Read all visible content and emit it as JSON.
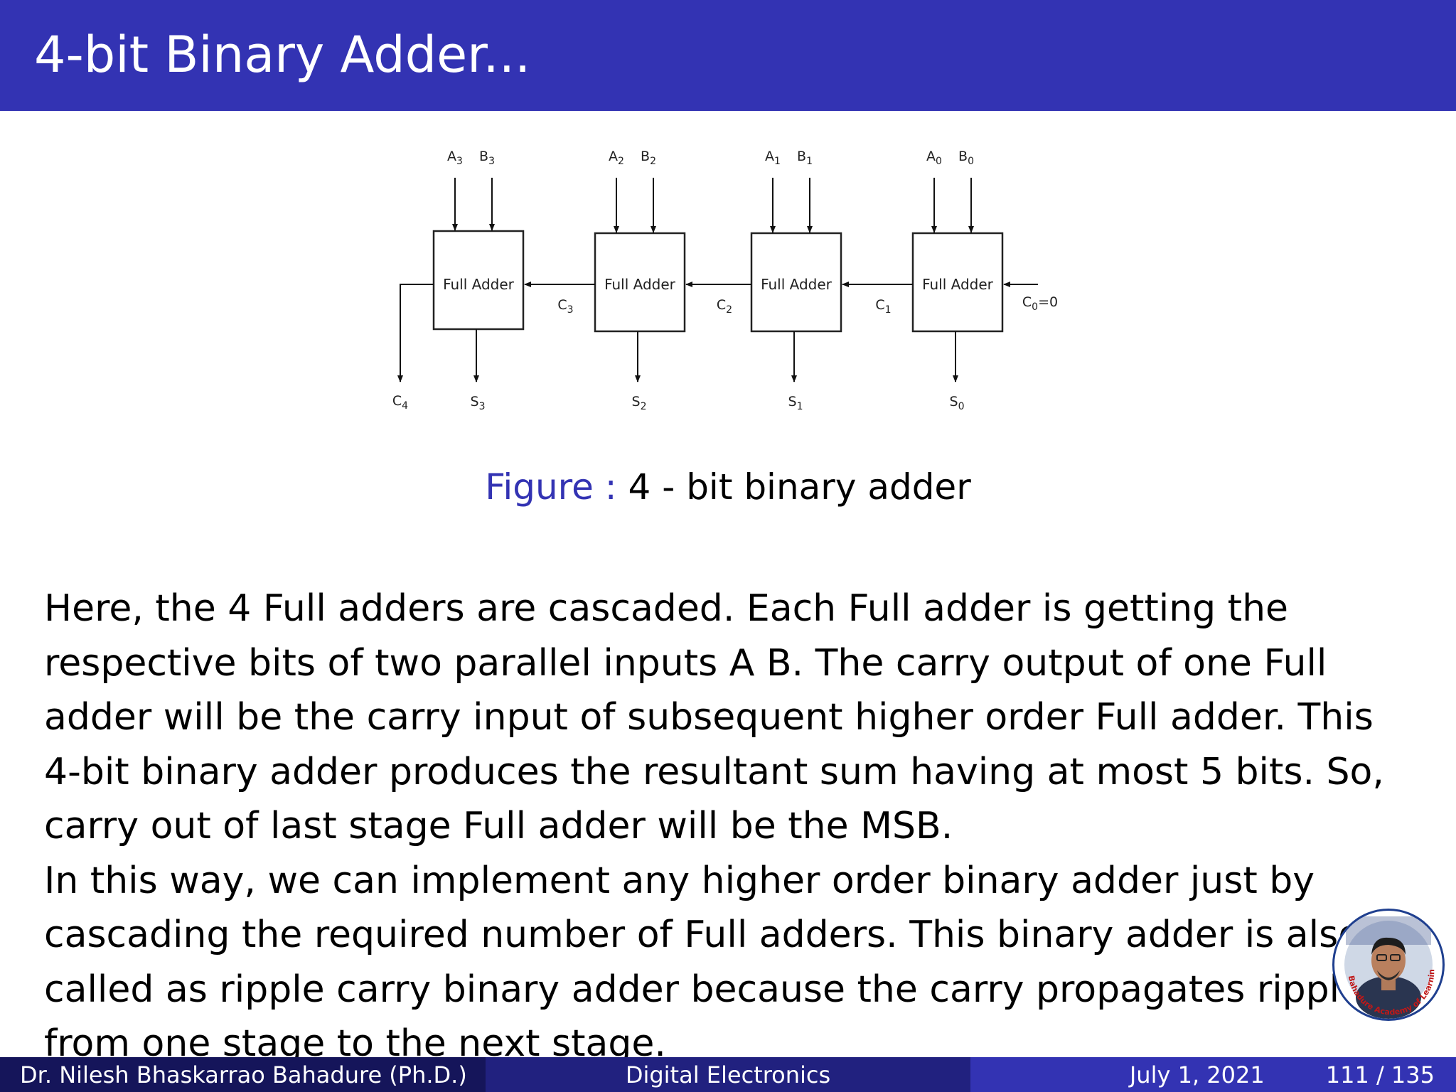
{
  "slide": {
    "title": "4-bit Binary Adder...",
    "figure_label": "Figure :",
    "figure_caption": "4 - bit binary adder",
    "paragraphs": [
      "Here, the 4 Full adders are cascaded. Each Full adder is getting the respective bits of two parallel inputs A  B. The carry output of one Full adder will be the carry input of subsequent higher order Full adder. This 4-bit binary adder produces the resultant sum having at most 5 bits. So, carry out of last stage Full adder will be the MSB.",
      "In this way, we can implement any higher order binary adder just by cascading the required number of Full adders. This binary adder is also called as ripple carry binary adder because the carry propagates ripples from one stage to the next stage."
    ]
  },
  "diagram": {
    "block_label": "Full Adder",
    "stages": [
      {
        "a": "A",
        "a_sub": "3",
        "b": "B",
        "b_sub": "3",
        "s": "S",
        "s_sub": "3"
      },
      {
        "a": "A",
        "a_sub": "2",
        "b": "B",
        "b_sub": "2",
        "s": "S",
        "s_sub": "2"
      },
      {
        "a": "A",
        "a_sub": "1",
        "b": "B",
        "b_sub": "1",
        "s": "S",
        "s_sub": "1"
      },
      {
        "a": "A",
        "a_sub": "0",
        "b": "B",
        "b_sub": "0",
        "s": "S",
        "s_sub": "0"
      }
    ],
    "carries": [
      {
        "c": "C",
        "sub": "3"
      },
      {
        "c": "C",
        "sub": "2"
      },
      {
        "c": "C",
        "sub": "1"
      }
    ],
    "carry_out": {
      "c": "C",
      "sub": "4"
    },
    "carry_in": {
      "c": "C",
      "sub": "0",
      "suffix": "=0"
    }
  },
  "footer": {
    "author": "Dr. Nilesh Bhaskarrao Bahadure  (Ph.D.)",
    "course": "Digital Electronics",
    "date": "July 1, 2021",
    "page": "111 / 135"
  },
  "avatar": {
    "ring_text": "Bahadure Academy of Learning"
  }
}
